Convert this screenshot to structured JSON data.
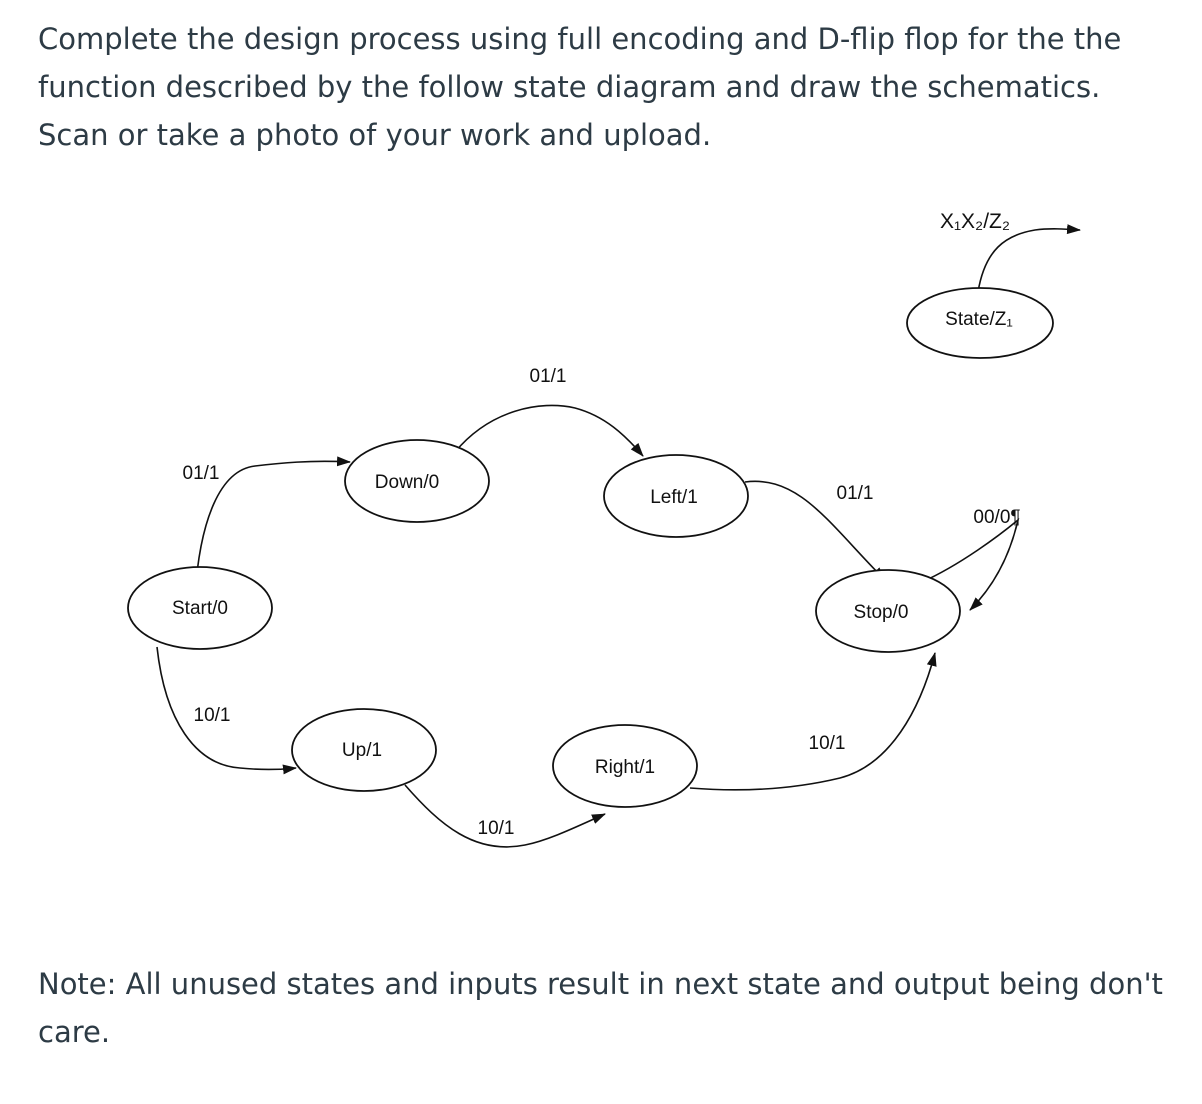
{
  "question": "Complete the design process using full encoding and D-flip flop for the the function described by the follow state diagram and draw the schematics.  Scan or take a photo of your work and upload.",
  "note": "Note: All unused states and inputs result in next state and output being don't care.",
  "diagram": {
    "legend": {
      "transition_label": "X₁X₂/Z₂",
      "state_label": "State/Z₁"
    },
    "states": {
      "start": "Start/0",
      "down": "Down/0",
      "left": "Left/1",
      "stop": "Stop/0",
      "up": "Up/1",
      "right": "Right/1"
    },
    "transitions": {
      "start_to_down": "01/1",
      "down_to_left": "01/1",
      "left_to_stop": "01/1",
      "stop_self": "00/0¶",
      "start_to_up": "10/1",
      "up_to_right": "10/1",
      "right_to_stop": "10/1"
    }
  }
}
